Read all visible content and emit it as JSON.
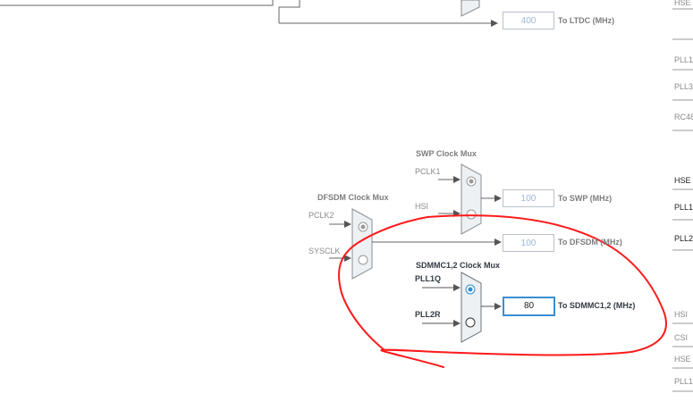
{
  "top": {
    "ltdc_value": "400",
    "ltdc_target": "To LTDC (MHz)"
  },
  "swp": {
    "title": "SWP Clock Mux",
    "input1": "PCLK1",
    "input2": "HSI",
    "value": "100",
    "target": "To SWP (MHz)"
  },
  "dfsdm": {
    "title": "DFSDM Clock Mux",
    "input1": "PCLK2",
    "input2": "SYSCLK",
    "value": "100",
    "target": "To DFSDM (MHz)"
  },
  "sdmmc": {
    "title": "SDMMC1,2 Clock Mux",
    "input1": "PLL1Q",
    "input2": "PLL2R",
    "value": "80",
    "target": "To SDMMC1,2 (MHz)"
  },
  "right_edge": {
    "items": [
      "HSE",
      "PLL1",
      "PLL3",
      "RC48",
      "HSE",
      "PLL1",
      "PLL2",
      "HSI",
      "CSI",
      "HSE",
      "PLL1"
    ]
  },
  "colors": {
    "annotation": "#ff1a1a",
    "active_border": "#3a8fd0",
    "disabled_text": "#9ab7d6",
    "wire": "#555555"
  }
}
